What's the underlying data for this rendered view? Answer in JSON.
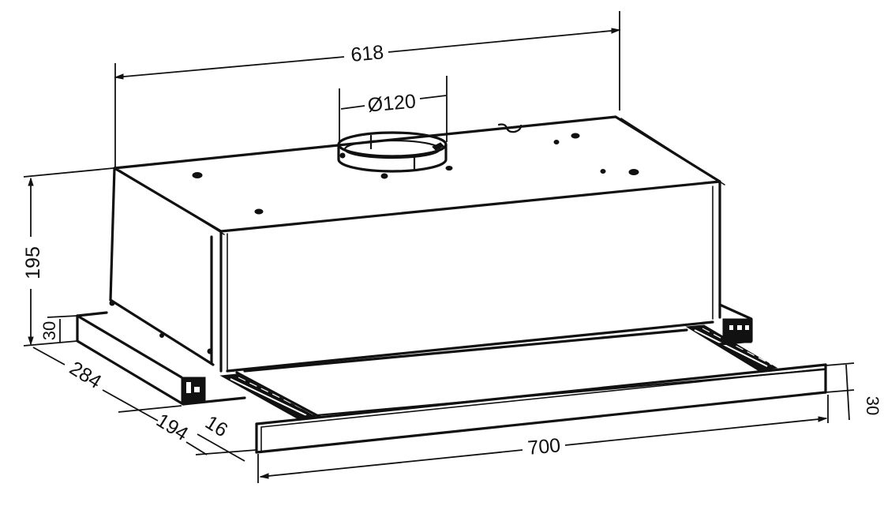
{
  "diagram": {
    "subject": "Telescopic (pull-out) range hood — dimensional drawing",
    "units": "mm",
    "line_color": "#111111",
    "background_color": "#ffffff",
    "dimensions": {
      "overall_width": {
        "label": "618"
      },
      "duct_diameter": {
        "label": "Ø120"
      },
      "body_height": {
        "label": "195"
      },
      "rear_step_height": {
        "label": "30"
      },
      "total_depth": {
        "label": "284"
      },
      "body_depth": {
        "label": "194"
      },
      "front_panel_thickness": {
        "label": "16"
      },
      "front_panel_width": {
        "label": "700"
      },
      "front_panel_height": {
        "label": "30"
      }
    },
    "parts": [
      "hood-body",
      "exhaust-collar",
      "slide-rail-left",
      "slide-rail-right",
      "pull-out-tray",
      "front-panel"
    ]
  }
}
